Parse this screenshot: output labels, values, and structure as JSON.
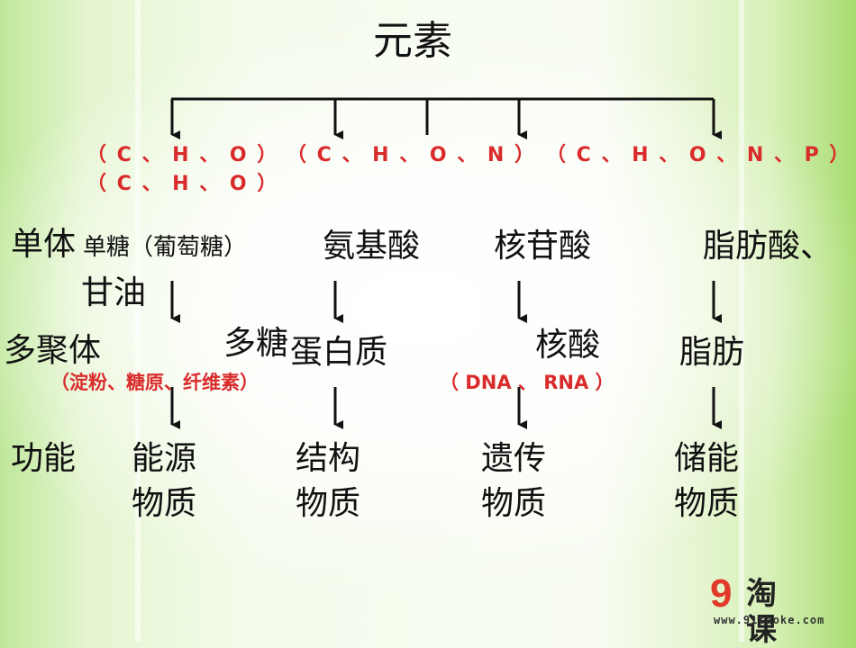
{
  "title": "元素",
  "elements": {
    "e1": "（ C 、 H 、 O ）",
    "e2": "（ C 、 H 、 O 、 N ）",
    "e3": "（ C 、 H 、 O 、 N 、 P ）",
    "e4": "（ C 、 H 、 O ）"
  },
  "monomers": {
    "label": "单体",
    "sugar": "单糖（葡萄糖）",
    "lipid_part": "甘油",
    "amino": "氨基酸",
    "nucleotide": "核苷酸",
    "fatty": "脂肪酸、"
  },
  "polymers": {
    "label": "多聚体",
    "polysaccharide": "多糖",
    "polysaccharide_examples": "（淀粉、糖原、纤维素）",
    "protein": "蛋白质",
    "nucleic": "核酸",
    "nucleic_examples": "（ DNA 、 RNA ）",
    "fat": "脂肪"
  },
  "functions": {
    "label": "功能",
    "energy_1": "能源",
    "energy_2": "物质",
    "structure_1": "结构",
    "structure_2": "物质",
    "genetic_1": "遗传",
    "genetic_2": "物质",
    "storage_1": "储能",
    "storage_2": "物质"
  },
  "logo": {
    "mark": "9",
    "name": "淘课",
    "url": "www.91taoke.com"
  },
  "colors": {
    "accent_red": "#d92b2b",
    "text": "#111111"
  }
}
